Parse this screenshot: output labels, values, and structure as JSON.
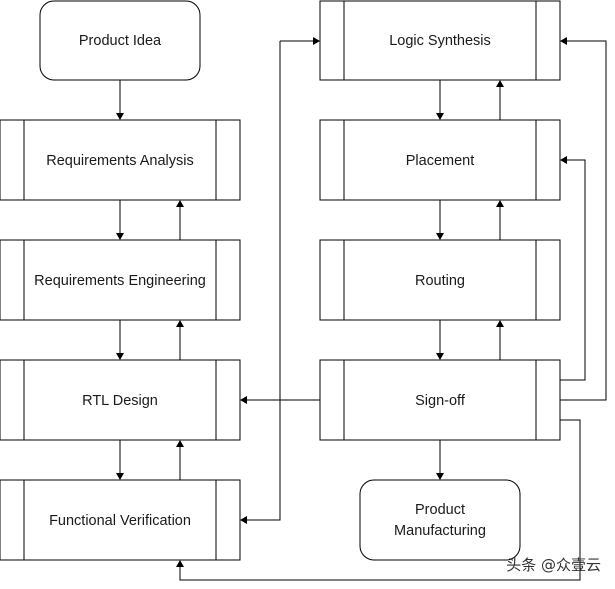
{
  "nodes": {
    "product_idea": "Product Idea",
    "requirements_analysis": "Requirements Analysis",
    "requirements_engineering": "Requirements Engineering",
    "rtl_design": "RTL Design",
    "functional_verification": "Functional Verification",
    "logic_synthesis": "Logic Synthesis",
    "placement": "Placement",
    "routing": "Routing",
    "sign_off": "Sign-off",
    "product_manufacturing_line1": "Product",
    "product_manufacturing_line2": "Manufacturing"
  },
  "watermark": "头条 @众壹云",
  "colors": {
    "stroke": "#000000",
    "background": "#ffffff",
    "text": "#1a1a1a"
  }
}
